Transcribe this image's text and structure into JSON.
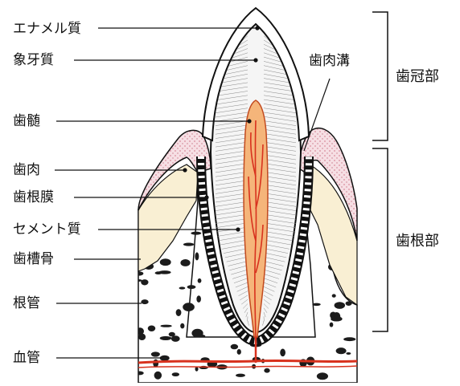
{
  "labels_left": [
    {
      "id": "enamel",
      "text": "エナメル質"
    },
    {
      "id": "dentin",
      "text": "象牙質"
    },
    {
      "id": "pulp",
      "text": "歯髄"
    },
    {
      "id": "gingiva",
      "text": "歯肉"
    },
    {
      "id": "pdl",
      "text": "歯根膜"
    },
    {
      "id": "cementum",
      "text": "セメント質"
    },
    {
      "id": "alveolar_bone",
      "text": "歯槽骨"
    },
    {
      "id": "root_canal",
      "text": "根管"
    },
    {
      "id": "blood_vessel",
      "text": "血管"
    }
  ],
  "label_sulcus": "歯肉溝",
  "region_crown": "歯冠部",
  "region_root": "歯根部",
  "colors": {
    "ink": "#111111",
    "gingiva_fill": "#f6dfe4",
    "gingiva_dots": "#d98a9b",
    "cream": "#f9efd3",
    "bone_bg": "#ffffff",
    "bone_dark": "#1c1c1c",
    "vessel": "#d8321e",
    "pulp_fill": "#f5b57a"
  }
}
